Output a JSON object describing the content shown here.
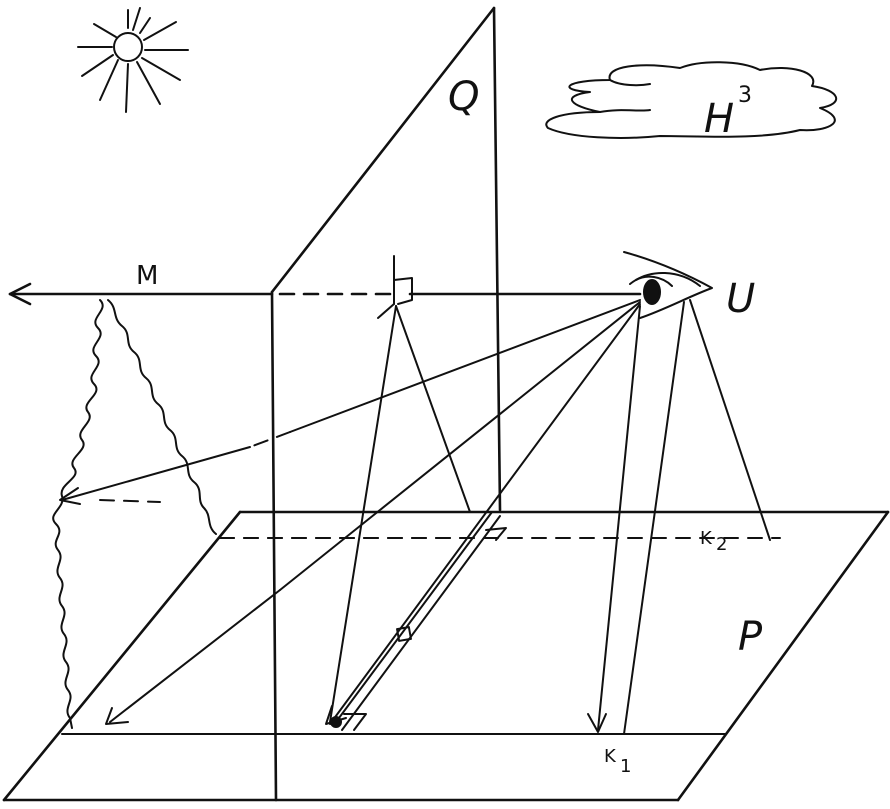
{
  "labels": {
    "plane_q": "Q",
    "plane_p": "P",
    "observer": "U",
    "line_m": "M",
    "point_k1": "K",
    "point_k1_sub": "1",
    "point_k2": "K",
    "point_k2_sub": "2",
    "space_h": "H",
    "space_h_sup": "3"
  },
  "icons": {
    "sun": "sun-icon",
    "cloud": "cloud-icon",
    "eye": "eye-icon"
  },
  "colors": {
    "ink": "#111111",
    "paper": "#ffffff"
  }
}
